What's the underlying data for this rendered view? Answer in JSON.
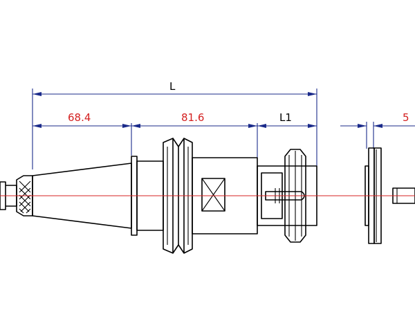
{
  "dimensions": {
    "overall_label": "L",
    "segment1_label": "68.4",
    "segment2_label": "81.6",
    "segment3_label": "L1",
    "segment4_label": "5"
  },
  "colors": {
    "outline": "#000000",
    "dimension_line": "#1a2a8a",
    "dimension_text_highlight": "#d42020",
    "dimension_text_plain": "#000000",
    "center_axis": "#d42020"
  }
}
